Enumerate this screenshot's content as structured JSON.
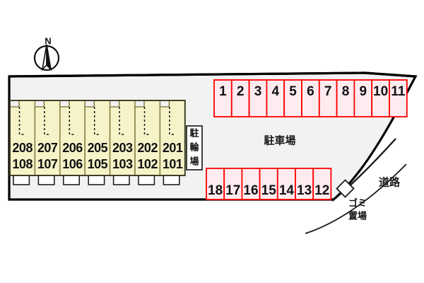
{
  "diagram": {
    "title": "Apartment site plan",
    "background_color": "#ffffff",
    "site_fill": "#f2f2f2",
    "site_stroke": "#000000",
    "building_fill": "#f7f3c8",
    "building_stroke": "#8a8248",
    "stall_fill": "#fdebf0",
    "stall_stroke": "#ff0000",
    "entrance_fill": "#ffffff",
    "text_color": "#111111"
  },
  "compass": {
    "label": "N",
    "icon": "compass-north-icon"
  },
  "labels": {
    "parking_lot": "駐車場",
    "bicycle_parking": "駐輪場",
    "road": "道路",
    "garbage_area": "ゴミ置場"
  },
  "parking": {
    "top_row": {
      "name": "top-parking-row",
      "stalls": [
        "1",
        "2",
        "3",
        "4",
        "5",
        "6",
        "7",
        "8",
        "9",
        "10",
        "11"
      ]
    },
    "bottom_row": {
      "name": "bottom-parking-row",
      "stalls": [
        "18",
        "17",
        "16",
        "15",
        "14",
        "13",
        "12"
      ]
    }
  },
  "building": {
    "name": "apartment-building",
    "units": [
      {
        "upper": "208",
        "lower": "108"
      },
      {
        "upper": "207",
        "lower": "107"
      },
      {
        "upper": "206",
        "lower": "106"
      },
      {
        "upper": "205",
        "lower": "105"
      },
      {
        "upper": "203",
        "lower": "103"
      },
      {
        "upper": "202",
        "lower": "102"
      },
      {
        "upper": "201",
        "lower": "101"
      }
    ]
  }
}
